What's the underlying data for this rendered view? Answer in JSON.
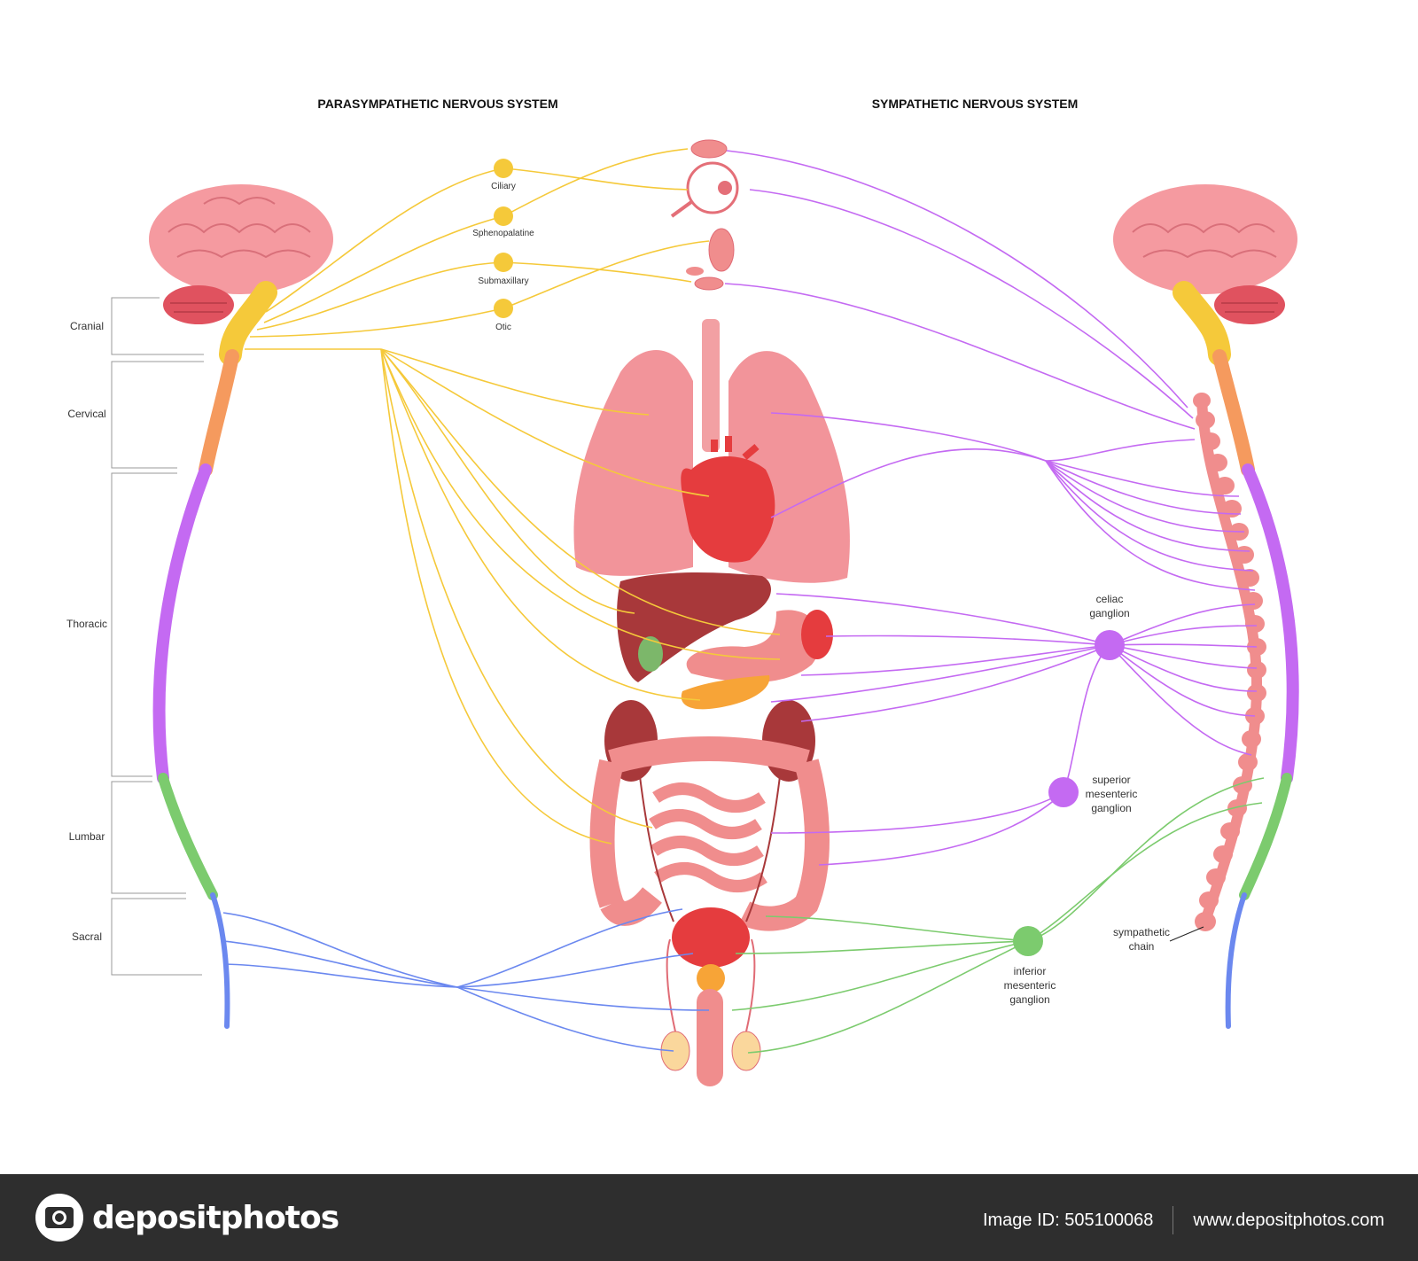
{
  "titles": {
    "left": "PARASYMPATHETIC NERVOUS SYSTEM",
    "right": "SYMPATHETIC NERVOUS SYSTEM"
  },
  "segments": [
    "Cranial",
    "Cervical",
    "Thoracic",
    "Lumbar",
    "Sacral"
  ],
  "parasympathetic_ganglia": [
    "Ciliary",
    "Sphenopalatine",
    "Submaxillary",
    "Otic"
  ],
  "sympathetic_labels": {
    "celiac": [
      "celiac",
      "ganglion"
    ],
    "superior_mesenteric": [
      "superior",
      "mesenteric",
      "ganglion"
    ],
    "inferior_mesenteric": [
      "inferior",
      "mesenteric",
      "ganglion"
    ],
    "chain": [
      "sympathetic",
      "chain"
    ]
  },
  "colors": {
    "cranial": "#f5c93a",
    "cervical": "#f59a5e",
    "thoracic": "#c46af2",
    "lumbar": "#7ccb6e",
    "sacral": "#6b88ef",
    "organ": "#f08d8d",
    "liver": "#a8383a"
  },
  "footer": {
    "brand": "depositphotos",
    "image_id": "Image ID: 505100068",
    "site": "www.depositphotos.com"
  }
}
